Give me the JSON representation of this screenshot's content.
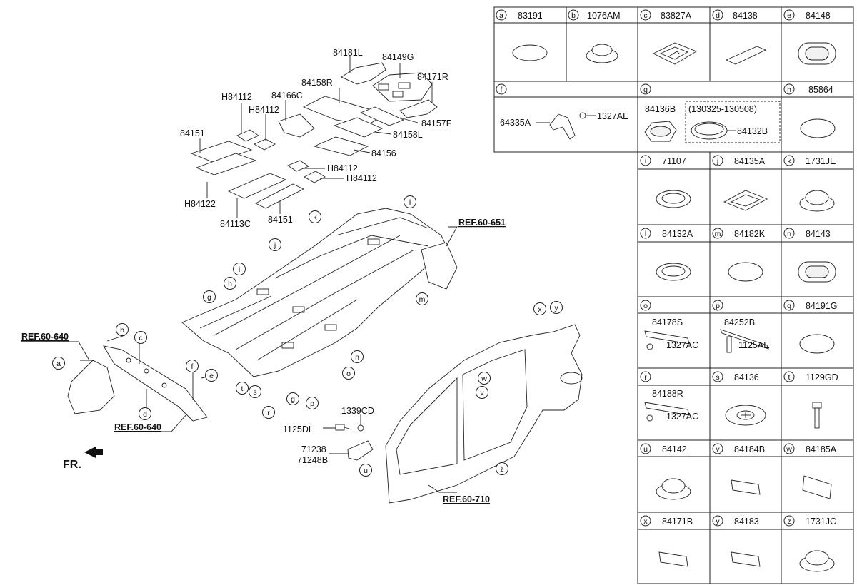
{
  "callouts": [
    {
      "id": "a",
      "label": "a"
    },
    {
      "id": "b",
      "label": "b"
    },
    {
      "id": "c",
      "label": "c"
    },
    {
      "id": "d",
      "label": "d"
    },
    {
      "id": "e",
      "label": "e"
    },
    {
      "id": "f",
      "label": "f"
    },
    {
      "id": "g1",
      "label": "g"
    },
    {
      "id": "g2",
      "label": "g"
    },
    {
      "id": "h",
      "label": "h"
    },
    {
      "id": "i",
      "label": "i"
    },
    {
      "id": "j",
      "label": "j"
    },
    {
      "id": "k",
      "label": "k"
    },
    {
      "id": "l",
      "label": "l"
    },
    {
      "id": "m",
      "label": "m"
    },
    {
      "id": "n",
      "label": "n"
    },
    {
      "id": "o",
      "label": "o"
    },
    {
      "id": "p",
      "label": "p"
    },
    {
      "id": "r",
      "label": "r"
    },
    {
      "id": "s",
      "label": "s"
    },
    {
      "id": "t",
      "label": "t"
    },
    {
      "id": "u",
      "label": "u"
    },
    {
      "id": "v",
      "label": "v"
    },
    {
      "id": "w",
      "label": "w"
    },
    {
      "id": "x",
      "label": "x"
    },
    {
      "id": "y",
      "label": "y"
    },
    {
      "id": "z",
      "label": "z"
    }
  ],
  "parts": {
    "p84181L": "84181L",
    "p84149G": "84149G",
    "p84158R": "84158R",
    "p84171R": "84171R",
    "p84166C": "84166C",
    "pH84112a": "H84112",
    "pH84112b": "H84112",
    "pH84112c": "H84112",
    "pH84112d": "H84112",
    "p84157F": "84157F",
    "p84158L": "84158L",
    "p84151a": "84151",
    "p84156": "84156",
    "pH84122": "H84122",
    "p84113C": "84113C",
    "p84151b": "84151",
    "p1339CD": "1339CD",
    "p1125DL": "1125DL",
    "p71238": "71238",
    "p71248B": "71248B"
  },
  "refs": {
    "ref651": "REF.60-651",
    "ref640a": "REF.60-640",
    "ref640b": "REF.60-640",
    "ref710": "REF.60-710"
  },
  "fr_label": "FR.",
  "table": {
    "row1": [
      {
        "code": "a",
        "part": "83191"
      },
      {
        "code": "b",
        "part": "1076AM"
      },
      {
        "code": "c",
        "part": "83827A"
      },
      {
        "code": "d",
        "part": "84138"
      },
      {
        "code": "e",
        "part": "84148"
      }
    ],
    "f": {
      "code": "f",
      "parts": [
        "64335A",
        "1327AE"
      ]
    },
    "g": {
      "code": "g",
      "parts": [
        "84136B",
        "(130325-130508)",
        "84132B"
      ]
    },
    "h": {
      "code": "h",
      "part": "85864"
    },
    "grid": [
      {
        "code": "i",
        "part": "71107"
      },
      {
        "code": "j",
        "part": "84135A"
      },
      {
        "code": "k",
        "part": "1731JE"
      },
      {
        "code": "l",
        "part": "84132A"
      },
      {
        "code": "m",
        "part": "84182K"
      },
      {
        "code": "n",
        "part": "84143"
      },
      {
        "code": "o",
        "part": "84178S",
        "sub": "1327AC"
      },
      {
        "code": "p",
        "part": "84252B",
        "sub": "1125AE"
      },
      {
        "code": "q",
        "part": "84191G"
      },
      {
        "code": "r",
        "part": "84188R",
        "sub": "1327AC"
      },
      {
        "code": "s",
        "part": "84136"
      },
      {
        "code": "t",
        "part": "1129GD"
      },
      {
        "code": "u",
        "part": "84142"
      },
      {
        "code": "v",
        "part": "84184B"
      },
      {
        "code": "w",
        "part": "84185A"
      },
      {
        "code": "x",
        "part": "84171B"
      },
      {
        "code": "y",
        "part": "84183"
      },
      {
        "code": "z",
        "part": "1731JC"
      }
    ]
  }
}
